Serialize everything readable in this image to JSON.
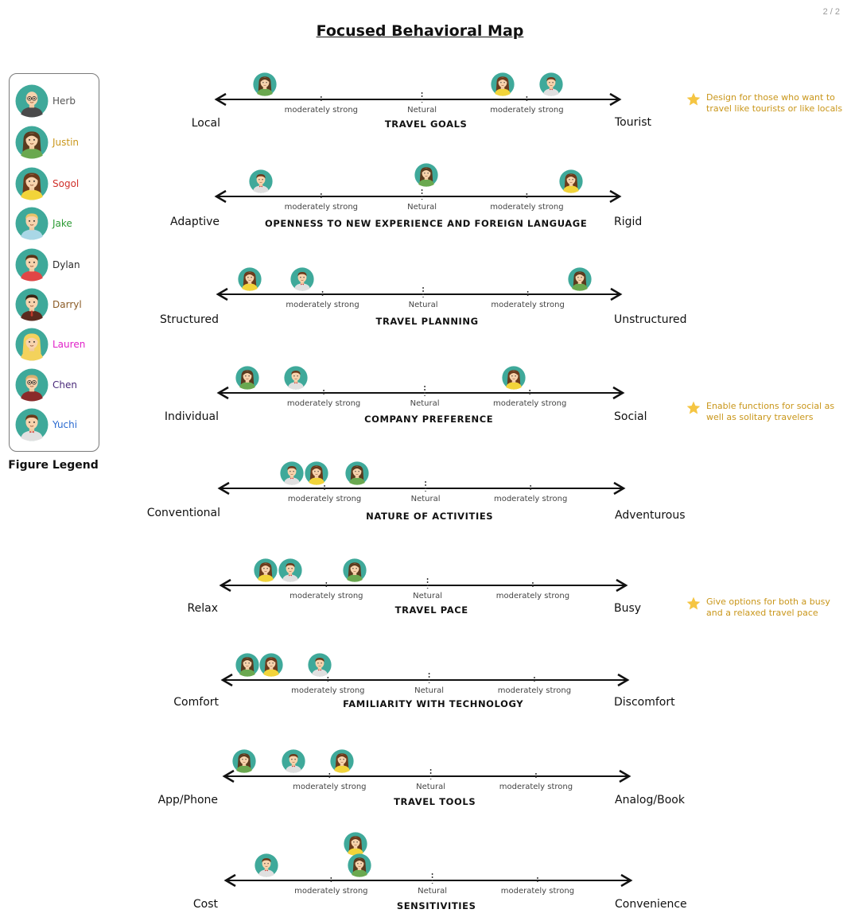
{
  "page_indicator": "2 / 2",
  "title": "Focused Behavioral Map",
  "legend": {
    "caption": "Figure Legend",
    "figures": [
      {
        "id": "herb",
        "name": "Herb",
        "color": "#555555",
        "icon": "bald-man-glasses-avatar-icon"
      },
      {
        "id": "justin",
        "name": "Justin",
        "color": "#c9961a",
        "icon": "long-hair-man-green-shirt-avatar-icon"
      },
      {
        "id": "sogol",
        "name": "Sogol",
        "color": "#d0302a",
        "icon": "woman-yellow-shirt-avatar-icon"
      },
      {
        "id": "jake",
        "name": "Jake",
        "color": "#2a9a33",
        "icon": "blond-boy-blue-shirt-avatar-icon"
      },
      {
        "id": "dylan",
        "name": "Dylan",
        "color": "#2a2a2a",
        "icon": "man-red-shirt-avatar-icon"
      },
      {
        "id": "darryl",
        "name": "Darryl",
        "color": "#8a5a24",
        "icon": "man-suit-avatar-icon"
      },
      {
        "id": "lauren",
        "name": "Lauren",
        "color": "#e020c8",
        "icon": "blonde-woman-avatar-icon"
      },
      {
        "id": "chen",
        "name": "Chen",
        "color": "#4a2a7a",
        "icon": "man-glasses-avatar-icon"
      },
      {
        "id": "yuchi",
        "name": "Yuchi",
        "color": "#2a6ad0",
        "icon": "man-bowtie-avatar-icon"
      }
    ]
  },
  "scale_labels": {
    "moderate": "moderately strong",
    "neutral": "Netural"
  },
  "dimensions": [
    {
      "id": "travel-goals",
      "label": "TRAVEL GOALS",
      "left": "Local",
      "right": "Tourist",
      "markers": [
        {
          "figure": "justin",
          "pos": 0.12,
          "lift": 0
        },
        {
          "figure": "sogol",
          "pos": 0.71,
          "lift": 0
        },
        {
          "figure": "yuchi",
          "pos": 0.83,
          "lift": 0
        }
      ],
      "note": "Design for those who want to travel like tourists or like locals"
    },
    {
      "id": "openness",
      "label": "OPENNESS TO NEW EXPERIENCE AND FOREIGN LANGUAGE",
      "left": "Adaptive",
      "right": "Rigid",
      "markers": [
        {
          "figure": "yuchi",
          "pos": 0.11,
          "lift": 0
        },
        {
          "figure": "justin",
          "pos": 0.52,
          "lift": 1
        },
        {
          "figure": "sogol",
          "pos": 0.88,
          "lift": 0
        }
      ]
    },
    {
      "id": "travel-planning",
      "label": "TRAVEL PLANNING",
      "left": "Structured",
      "right": "Unstructured",
      "markers": [
        {
          "figure": "sogol",
          "pos": 0.08,
          "lift": 0
        },
        {
          "figure": "yuchi",
          "pos": 0.21,
          "lift": 0
        },
        {
          "figure": "justin",
          "pos": 0.9,
          "lift": 0
        }
      ]
    },
    {
      "id": "company-preference",
      "label": "COMPANY PREFERENCE",
      "left": "Individual",
      "right": "Social",
      "markers": [
        {
          "figure": "justin",
          "pos": 0.07,
          "lift": 0
        },
        {
          "figure": "yuchi",
          "pos": 0.19,
          "lift": 0
        },
        {
          "figure": "sogol",
          "pos": 0.73,
          "lift": 0
        }
      ],
      "note": "Enable functions for social as well as solitary travelers"
    },
    {
      "id": "nature-of-activities",
      "label": "NATURE OF ACTIVITIES",
      "left": "Conventional",
      "right": "Adventurous",
      "markers": [
        {
          "figure": "yuchi",
          "pos": 0.18,
          "lift": 0
        },
        {
          "figure": "sogol",
          "pos": 0.24,
          "lift": 0
        },
        {
          "figure": "justin",
          "pos": 0.34,
          "lift": 0
        }
      ]
    },
    {
      "id": "travel-pace",
      "label": "TRAVEL PACE",
      "left": "Relax",
      "right": "Busy",
      "markers": [
        {
          "figure": "sogol",
          "pos": 0.11,
          "lift": 0
        },
        {
          "figure": "yuchi",
          "pos": 0.17,
          "lift": 0
        },
        {
          "figure": "justin",
          "pos": 0.33,
          "lift": 0
        }
      ],
      "note": "Give options for both a busy and a relaxed travel pace"
    },
    {
      "id": "familiarity-with-technology",
      "label": "FAMILIARITY WITH TECHNOLOGY",
      "left": "Comfort",
      "right": "Discomfort",
      "markers": [
        {
          "figure": "justin",
          "pos": 0.06,
          "lift": 0
        },
        {
          "figure": "sogol",
          "pos": 0.12,
          "lift": 0
        },
        {
          "figure": "yuchi",
          "pos": 0.24,
          "lift": 0
        }
      ]
    },
    {
      "id": "travel-tools",
      "label": "TRAVEL TOOLS",
      "left": "App/Phone",
      "right": "Analog/Book",
      "markers": [
        {
          "figure": "justin",
          "pos": 0.05,
          "lift": 0
        },
        {
          "figure": "yuchi",
          "pos": 0.17,
          "lift": 0
        },
        {
          "figure": "sogol",
          "pos": 0.29,
          "lift": 0
        }
      ]
    },
    {
      "id": "sensitivities",
      "label": "SENSITIVITIES",
      "left": "Cost",
      "right": "Convenience",
      "markers": [
        {
          "figure": "yuchi",
          "pos": 0.1,
          "lift": 0
        },
        {
          "figure": "sogol",
          "pos": 0.32,
          "lift": 2
        },
        {
          "figure": "justin",
          "pos": 0.33,
          "lift": 0
        }
      ]
    }
  ],
  "colors": {
    "note_text": "#c9961a",
    "star": "#f5c542",
    "avatar_bg": "#3fa99a",
    "axis": "#111111"
  }
}
